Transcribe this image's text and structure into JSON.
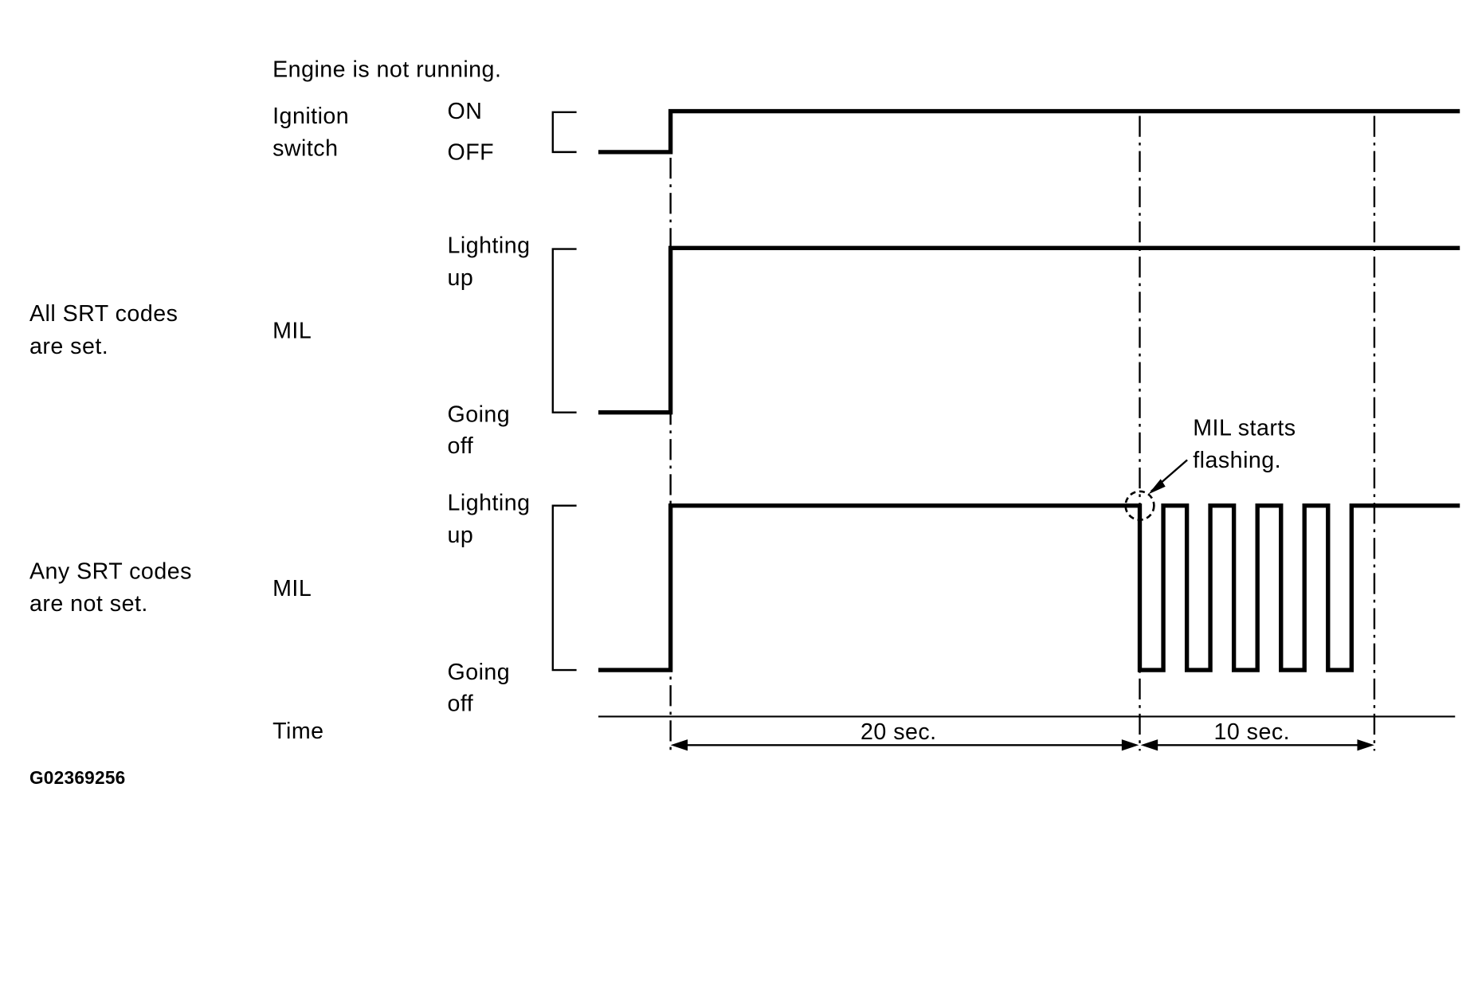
{
  "header": {
    "condition": "Engine is not running."
  },
  "ignition": {
    "label_line1": "Ignition",
    "label_line2": "switch",
    "on": "ON",
    "off": "OFF"
  },
  "case_all_set": {
    "line1": "All SRT codes",
    "line2": "are set.",
    "signal": "MIL",
    "high_line1": "Lighting",
    "high_line2": "up",
    "low_line1": "Going",
    "low_line2": "off"
  },
  "case_not_set": {
    "line1": "Any SRT codes",
    "line2": "are not set.",
    "signal": "MIL",
    "high_line1": "Lighting",
    "high_line2": "up",
    "low_line1": "Going",
    "low_line2": "off",
    "callout_line1": "MIL starts",
    "callout_line2": "flashing.",
    "flash_cycles": 5
  },
  "time_axis": {
    "label": "Time",
    "interval_1": "20 sec.",
    "interval_2": "10 sec."
  },
  "figure_code": "G02369256"
}
